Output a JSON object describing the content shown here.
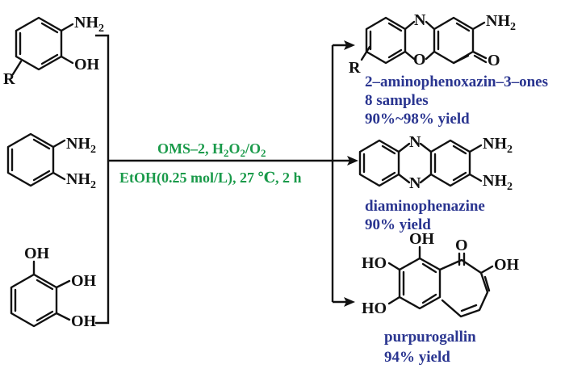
{
  "reagents": {
    "aminophenol": {
      "amine": "NH",
      "amine_sub": "2",
      "hydroxyl": "OH",
      "substituent": "R"
    },
    "phenylenediamine": {
      "amine_top": "NH",
      "amine_top_sub": "2",
      "amine_bottom": "NH",
      "amine_bottom_sub": "2"
    },
    "pyrogallol": {
      "oh_top": "OH",
      "oh_mid": "OH",
      "oh_bottom": "OH"
    }
  },
  "conditions": {
    "line1": {
      "a": "OMS–2, H",
      "a_sub": "2",
      "b": "O",
      "b_sub": "2",
      "c": "/O",
      "c_sub": "2"
    },
    "line2": "EtOH(0.25 mol/L), 27 ℃, 2 h"
  },
  "products": {
    "phenoxazinone": {
      "ring_n": "N",
      "ring_o": "O",
      "amine": "NH",
      "amine_sub": "2",
      "carbonyl": "O",
      "substituent": "R",
      "name": "2–aminophenoxazin–3–ones",
      "samples": "8 samples",
      "yield": "90%~98% yield"
    },
    "phenazine": {
      "ring_n_top": "N",
      "ring_n_bottom": "N",
      "amine_top": "NH",
      "amine_top_sub": "2",
      "amine_bottom": "NH",
      "amine_bottom_sub": "2",
      "name": "diaminophenazine",
      "yield": "90% yield"
    },
    "purpurogallin": {
      "carbonyl": "O",
      "oh_top": "OH",
      "oh_right": "OH",
      "oh_left_top": "HO",
      "oh_left_bottom": "HO",
      "name": "purpurogallin",
      "yield": "94% yield"
    }
  },
  "colors": {
    "conditions": "#1a9a4a",
    "products": "#2a3590",
    "structure": "#111111"
  }
}
